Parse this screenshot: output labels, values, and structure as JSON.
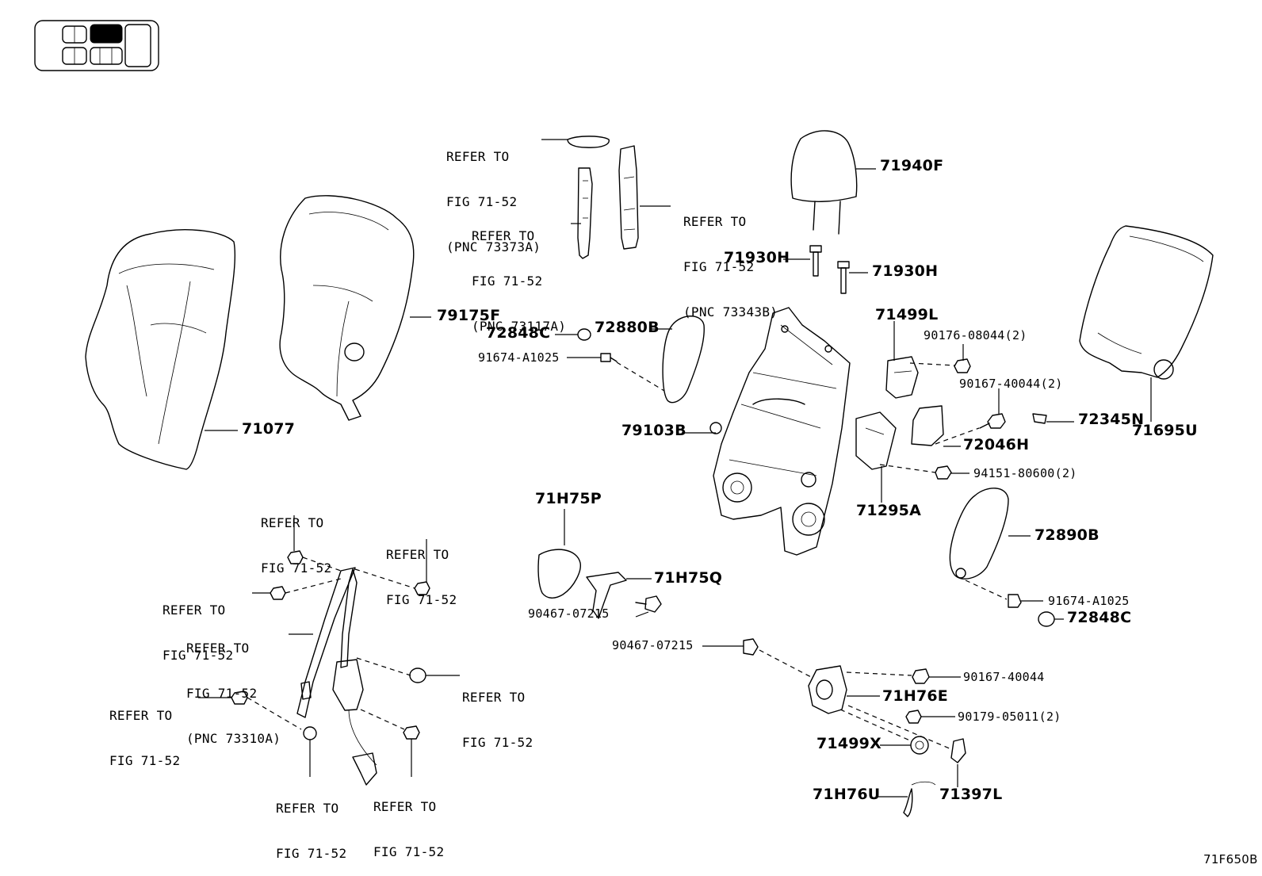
{
  "refs": {
    "r1": [
      "REFER TO",
      "FIG 71-52",
      "(PNC 73373A)"
    ],
    "r2": [
      "REFER TO",
      "FIG 71-52",
      "(PNC 73117A)"
    ],
    "r3": [
      "REFER TO",
      "FIG 71-52",
      "(PNC 73343B)"
    ],
    "r4": [
      "REFER TO",
      "FIG 71-52"
    ],
    "r5": [
      "REFER TO",
      "FIG 71-52"
    ],
    "r6": [
      "REFER TO",
      "FIG 71-52"
    ],
    "r7": [
      "REFER TO",
      "FIG 71-52",
      "(PNC 73310A)"
    ],
    "r8": [
      "REFER TO",
      "FIG 71-52"
    ],
    "r9": [
      "REFER TO",
      "FIG 71-52"
    ],
    "r10": [
      "REFER TO",
      "FIG 71-52"
    ],
    "r11": [
      "REFER TO",
      "FIG 71-52"
    ]
  },
  "parts": {
    "p71940F": "71940F",
    "p71930H_a": "71930H",
    "p71930H_b": "71930H",
    "p79175F": "79175F",
    "p71077": "71077",
    "p72848C_a": "72848C",
    "p72880B": "72880B",
    "p91674A1025_a": "91674-A1025",
    "p79103B": "79103B",
    "p71499L": "71499L",
    "p9017608044": "90176-08044(2)",
    "p9016740044_2": "90167-40044(2)",
    "p72345N": "72345N",
    "p71695U": "71695U",
    "p72046H": "72046H",
    "p9415180600": "94151-80600(2)",
    "p71295A": "71295A",
    "p72890B": "72890B",
    "p91674A1025_b": "91674-A1025",
    "p72848C_b": "72848C",
    "p71H75P": "71H75P",
    "p71H75Q": "71H75Q",
    "p9046707215_a": "90467-07215",
    "p9046707215_b": "90467-07215",
    "p9016740044": "90167-40044",
    "p71H76E": "71H76E",
    "p9017905011": "90179-05011(2)",
    "p71499X": "71499X",
    "p71397L": "71397L",
    "p71H76U": "71H76U"
  },
  "figure_code": "71F650B",
  "icon": "seat-position-locator-icon"
}
